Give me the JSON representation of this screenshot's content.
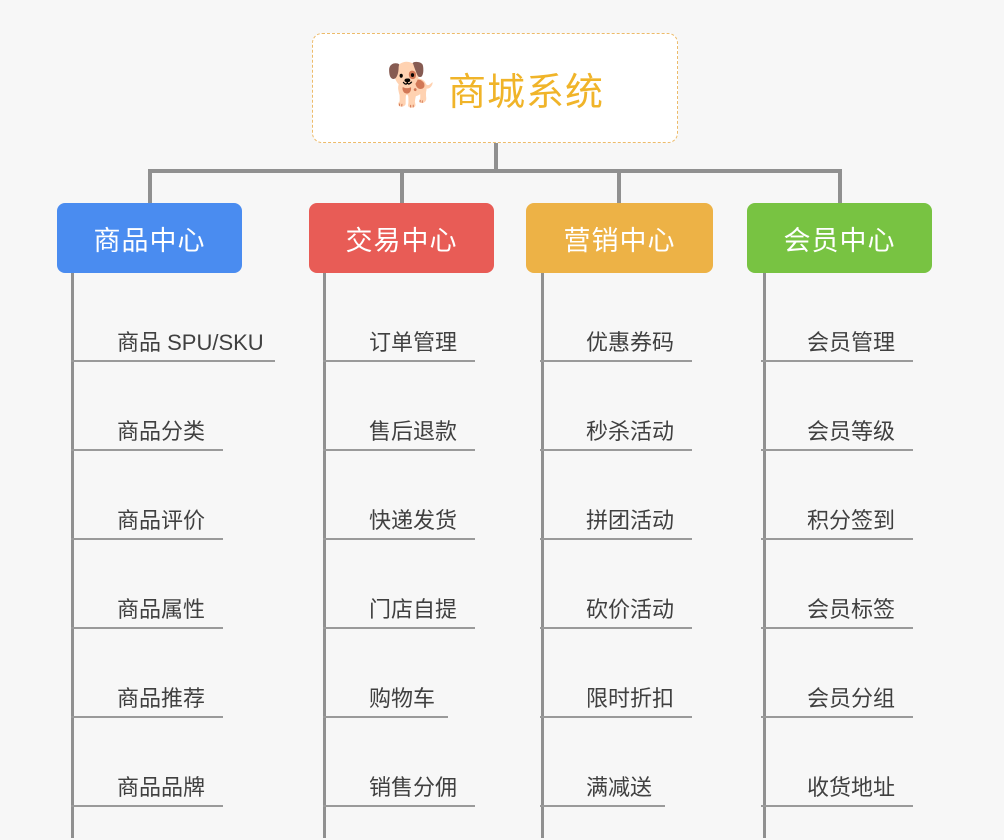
{
  "root": {
    "icon": "shiba-dog-emoji",
    "emoji": "🐕",
    "title": "商城系统",
    "title_color": "#f0b429",
    "border_color": "#edbb6a",
    "background": "#ffffff"
  },
  "canvas": {
    "background": "#f7f7f7",
    "connector_color": "#909090"
  },
  "columns": [
    {
      "title": "商品中心",
      "color": "#4a8cf0",
      "items": [
        {
          "label": "商品 SPU/SKU",
          "width": 7
        },
        {
          "label": "商品分类",
          "width": 4
        },
        {
          "label": "商品评价",
          "width": 4
        },
        {
          "label": "商品属性",
          "width": 4
        },
        {
          "label": "商品推荐",
          "width": 4
        },
        {
          "label": "商品品牌",
          "width": 4
        }
      ]
    },
    {
      "title": "交易中心",
      "color": "#e85c56",
      "items": [
        {
          "label": "订单管理",
          "width": 4
        },
        {
          "label": "售后退款",
          "width": 4
        },
        {
          "label": "快递发货",
          "width": 4
        },
        {
          "label": "门店自提",
          "width": 4
        },
        {
          "label": "购物车",
          "width": 3
        },
        {
          "label": "销售分佣",
          "width": 4
        }
      ]
    },
    {
      "title": "营销中心",
      "color": "#edb246",
      "items": [
        {
          "label": "优惠券码",
          "width": 4
        },
        {
          "label": "秒杀活动",
          "width": 4
        },
        {
          "label": "拼团活动",
          "width": 4
        },
        {
          "label": "砍价活动",
          "width": 4
        },
        {
          "label": "限时折扣",
          "width": 4
        },
        {
          "label": "满减送",
          "width": 3
        }
      ]
    },
    {
      "title": "会员中心",
      "color": "#78c342",
      "items": [
        {
          "label": "会员管理",
          "width": 4
        },
        {
          "label": "会员等级",
          "width": 4
        },
        {
          "label": "积分签到",
          "width": 4
        },
        {
          "label": "会员标签",
          "width": 4
        },
        {
          "label": "会员分组",
          "width": 4
        },
        {
          "label": "收货地址",
          "width": 4
        }
      ]
    }
  ]
}
